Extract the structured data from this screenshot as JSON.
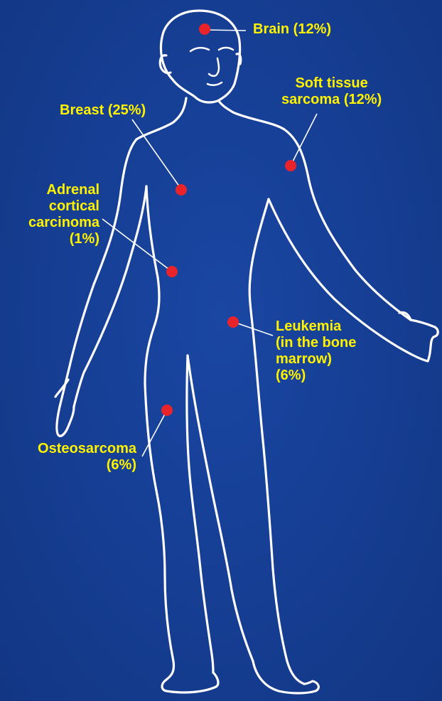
{
  "colors": {
    "background": "#163f95",
    "outline": "#ffffff",
    "marker": "#e8242a",
    "label": "#fff200"
  },
  "sites": {
    "brain": {
      "lines": [
        "Brain (12%)"
      ]
    },
    "soft_tissue_sarcoma": {
      "lines": [
        "Soft tissue",
        "sarcoma (12%)"
      ]
    },
    "breast": {
      "lines": [
        "Breast (25%)"
      ]
    },
    "adrenal_cortical_carcinoma": {
      "lines": [
        "Adrenal",
        "cortical",
        "carcinoma",
        "(1%)"
      ]
    },
    "leukemia": {
      "lines": [
        "Leukemia",
        "(in the bone",
        "marrow)",
        "(6%)"
      ]
    },
    "osteosarcoma": {
      "lines": [
        "Osteosarcoma",
        "(6%)"
      ]
    }
  }
}
